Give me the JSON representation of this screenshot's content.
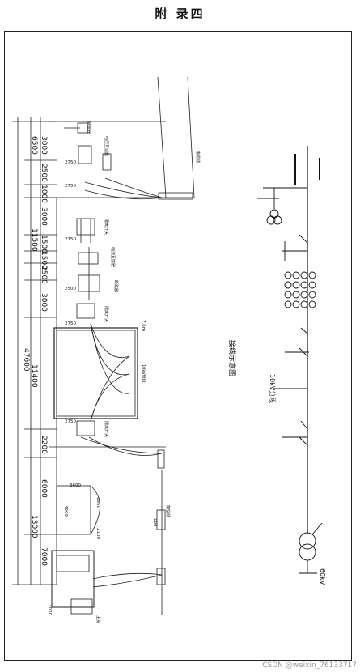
{
  "page": {
    "title": "附 录四"
  },
  "dimensions": {
    "total": "47600",
    "groups": [
      "6500",
      "11500",
      "11400",
      "13000"
    ],
    "segments": [
      "3000",
      "2500",
      "1000",
      "3000",
      "1500",
      "1500",
      "2500",
      "3000",
      "2200",
      "6000",
      "7000"
    ],
    "spacings": [
      "2750",
      "2750",
      "2750",
      "2500",
      "2750",
      "2750"
    ],
    "transformer_bay": [
      "3600",
      "4000",
      "1950",
      "2100"
    ],
    "ground_span": "3000"
  },
  "labels": {
    "arrester": "避雷器",
    "cable": "电缆线",
    "vt": "电压互感器",
    "ct": "电流互感器",
    "breaker": "断路器",
    "isolator_1": "隔离开关",
    "isolator_2": "隔离开关",
    "isolator_3": "隔离开关",
    "busbar": "10kV母线",
    "transformer": "主变",
    "overhead_line": "架空线",
    "wall_mark": "7.6m",
    "unit_mark": "100"
  },
  "schematic": {
    "title": "接线示意图",
    "feeder_label": "10kV分段",
    "transformer_label": "60kV"
  },
  "watermark": "CSDN @weixin_76133717"
}
